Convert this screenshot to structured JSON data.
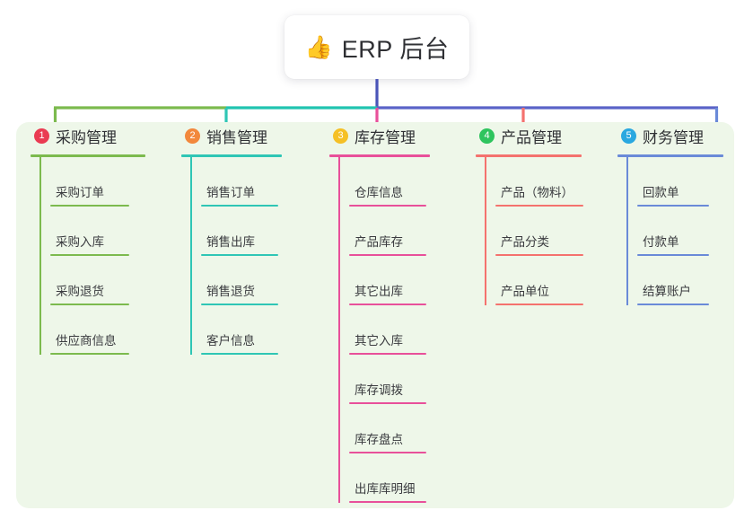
{
  "title": {
    "icon": "thumbs-up-icon",
    "emoji": "👍",
    "text": "ERP 后台"
  },
  "colors": {
    "panel_bg": "#eef7e9",
    "card_bg": "#ffffff",
    "text": "#2f3034",
    "stem_center": "#4a54b8",
    "branch_green": "#7cba4e",
    "branch_teal": "#21c4b0",
    "branch_blue": "#5a63c8",
    "col1": "#7cba4e",
    "col2": "#2fc6b5",
    "col3": "#e8509a",
    "col4": "#f4726e",
    "col5": "#6a8ad8",
    "badge1": "#ea3b52",
    "badge2": "#f2883c",
    "badge3": "#f5c026",
    "badge4": "#2ec45e",
    "badge5": "#2aa8e0"
  },
  "columns": [
    {
      "index": "1",
      "title": "采购管理",
      "badge_color": "#ea3b52",
      "line_color": "#7cba4e",
      "items": [
        "采购订单",
        "采购入库",
        "采购退货",
        "供应商信息"
      ]
    },
    {
      "index": "2",
      "title": "销售管理",
      "badge_color": "#f2883c",
      "line_color": "#2fc6b5",
      "items": [
        "销售订单",
        "销售出库",
        "销售退货",
        "客户信息"
      ]
    },
    {
      "index": "3",
      "title": "库存管理",
      "badge_color": "#f5c026",
      "line_color": "#e8509a",
      "items": [
        "仓库信息",
        "产品库存",
        "其它出库",
        "其它入库",
        "库存调拨",
        "库存盘点",
        "出库库明细"
      ]
    },
    {
      "index": "4",
      "title": "产品管理",
      "badge_color": "#2ec45e",
      "line_color": "#f4726e",
      "items": [
        "产品（物料）",
        "产品分类",
        "产品单位"
      ]
    },
    {
      "index": "5",
      "title": "财务管理",
      "badge_color": "#2aa8e0",
      "line_color": "#6a8ad8",
      "items": [
        "回款单",
        "付款单",
        "结算账户"
      ]
    }
  ]
}
